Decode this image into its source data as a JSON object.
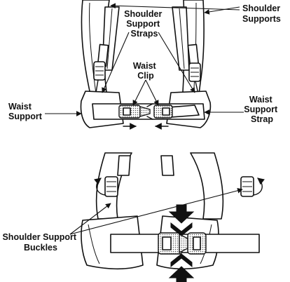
{
  "labels": {
    "shoulder_supports": [
      "Shoulder",
      "Supports"
    ],
    "shoulder_support_straps": [
      "Shoulder",
      "Support",
      "Straps"
    ],
    "waist_clip": [
      "Waist",
      "Clip"
    ],
    "waist_support": [
      "Waist",
      "Support"
    ],
    "waist_support_strap": [
      "Waist",
      "Support",
      "Strap"
    ],
    "shoulder_support_buckles": [
      "Shoulder Support",
      "Buckles"
    ]
  }
}
